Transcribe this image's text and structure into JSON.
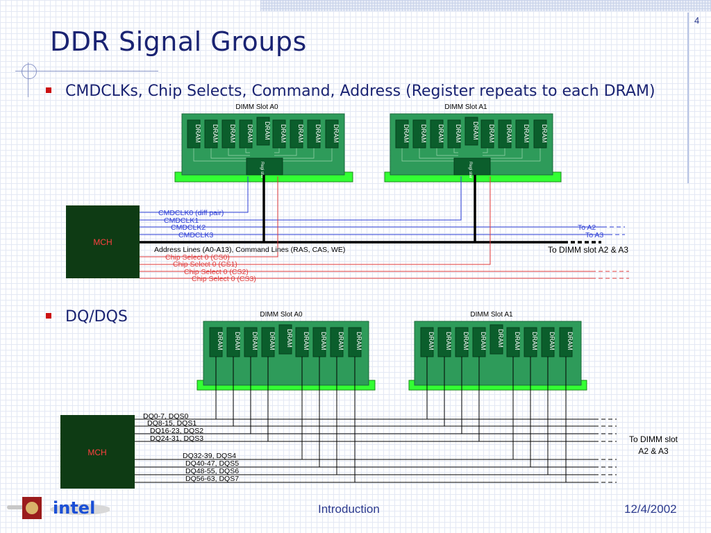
{
  "slide": {
    "page_number": "4",
    "title": "DDR Signal Groups",
    "bullets": [
      {
        "text": "CMDCLKs, Chip Selects, Command, Address (Register repeats to each DRAM)"
      },
      {
        "text": "DQ/DQS"
      }
    ]
  },
  "diagram_top": {
    "slot_a0_label": "DIMM Slot A0",
    "slot_a1_label": "DIMM Slot A1",
    "dram_label": "DRAM",
    "register_label": "Regi ster",
    "mch_label": "MCH",
    "signals": [
      "CMDCLK0 (diff pair)",
      "CMDCLK1",
      "CMDCLK2",
      "CMDCLK3",
      "Address Lines (A0-A13), Command Lines (RAS, CAS, WE)",
      "Chip Select 0 (CS0)",
      "Chip Select 0 (CS1)",
      "Chip Select 0 (CS2)",
      "Chip Select 0 (CS3)"
    ],
    "to_a2": "To A2",
    "to_a3": "To A3",
    "to_dimm": "To DIMM slot A2 & A3"
  },
  "diagram_bottom": {
    "slot_a0_label": "DIMM Slot A0",
    "slot_a1_label": "DIMM Slot A1",
    "dram_label": "DRAM",
    "mch_label": "MCH",
    "signals": [
      "DQ0-7, DQS0",
      "DQ8-15, DQS1",
      "DQ16-23, DQS2",
      "DQ24-31, DQS3",
      "DQ32-39, DQS4",
      "DQ40-47, DQS5",
      "DQ48-55, DQS6",
      "DQ56-63, DQS7"
    ],
    "to_dimm_line1": "To DIMM slot",
    "to_dimm_line2": "A2 & A3"
  },
  "footer": {
    "logo_text": "intel",
    "center": "Introduction",
    "date": "12/4/2002"
  },
  "colors": {
    "title": "#1a2372",
    "dimm_green": "#2e9b5a",
    "dimm_base": "#33ff33",
    "dram": "#0b5e2c",
    "mch": "#0e3b14",
    "blue_line": "#2a3bd6",
    "red_line": "#e03a3a"
  }
}
